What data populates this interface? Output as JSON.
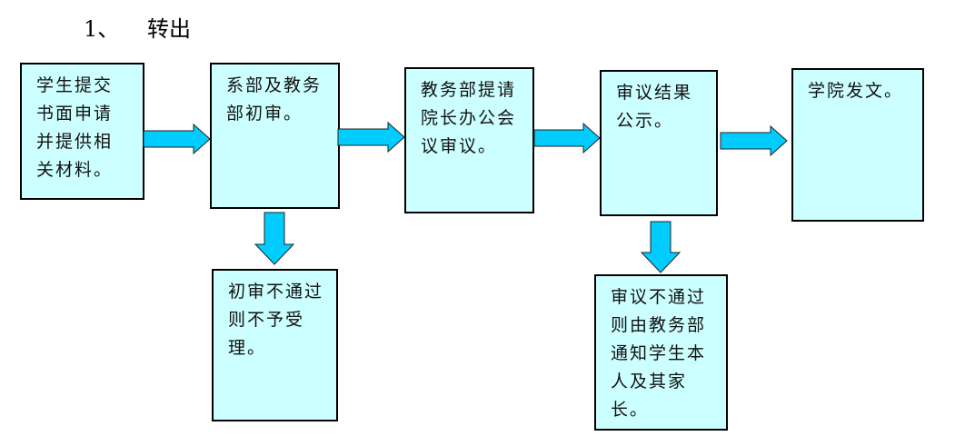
{
  "title": {
    "number": "1、",
    "text": "转出"
  },
  "colors": {
    "box_fill": "#ccffff",
    "arrow_fill": "#00ccff",
    "border": "#000000"
  },
  "nodes": [
    {
      "id": "submit",
      "text": "学生提交书面申请并提供相关材料。"
    },
    {
      "id": "preliminary",
      "text": "系部及教务部初审。"
    },
    {
      "id": "meeting",
      "text": "教务部提请院长办公会议审议。"
    },
    {
      "id": "publicize",
      "text": "审议结果公示。"
    },
    {
      "id": "issue",
      "text": "学院发文。"
    },
    {
      "id": "reject-preliminary",
      "text": "初审不通过则不予受理。"
    },
    {
      "id": "reject-review",
      "text": "审议不通过则由教务部通知学生本人及其家长。"
    }
  ],
  "edges": [
    {
      "from": "submit",
      "to": "preliminary"
    },
    {
      "from": "preliminary",
      "to": "meeting"
    },
    {
      "from": "meeting",
      "to": "publicize"
    },
    {
      "from": "publicize",
      "to": "issue"
    },
    {
      "from": "preliminary",
      "to": "reject-preliminary"
    },
    {
      "from": "publicize",
      "to": "reject-review"
    }
  ]
}
